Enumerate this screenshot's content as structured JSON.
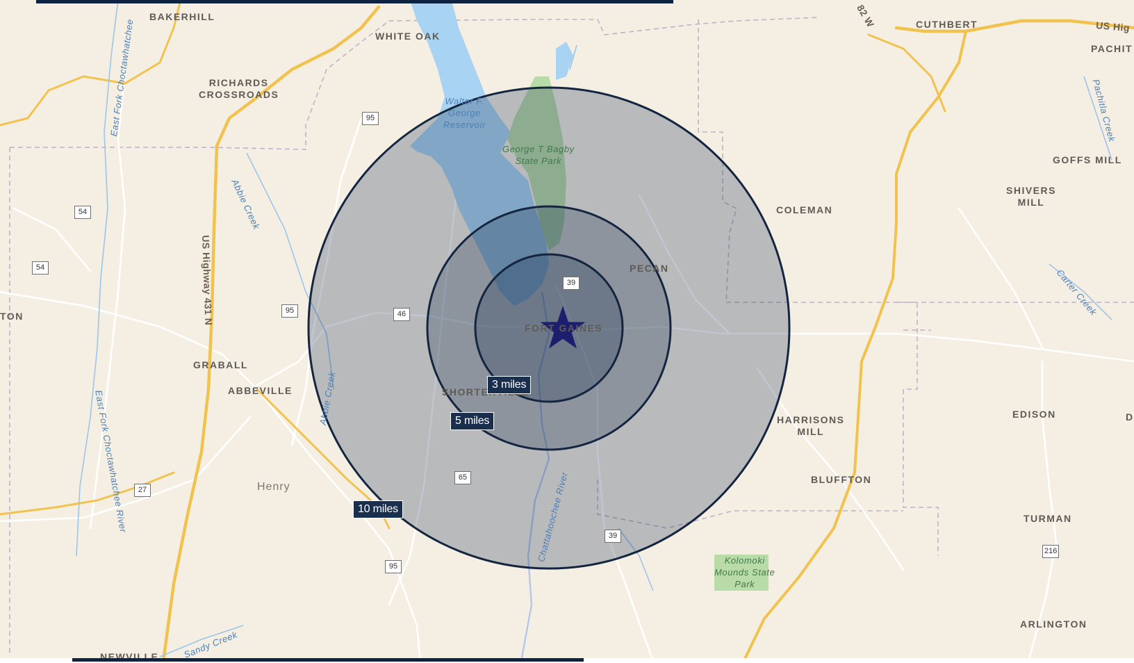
{
  "map": {
    "place_labels": [
      {
        "id": "bakerhill",
        "text": "BAKERHILL"
      },
      {
        "id": "white-oak",
        "text": "WHITE OAK"
      },
      {
        "id": "richards-crossroads",
        "text": "RICHARDS\nCROSSROADS"
      },
      {
        "id": "cuthbert",
        "text": "CUTHBERT"
      },
      {
        "id": "pachit",
        "text": "PACHIT"
      },
      {
        "id": "goffs-mill",
        "text": "GOFFS MILL"
      },
      {
        "id": "shivers-mill",
        "text": "SHIVERS\nMILL"
      },
      {
        "id": "coleman",
        "text": "COLEMAN"
      },
      {
        "id": "pecan",
        "text": "PECAN"
      },
      {
        "id": "fort-gaines",
        "text": "FORT GAINES"
      },
      {
        "id": "shorterville",
        "text": "SHORTERVILLE"
      },
      {
        "id": "graball",
        "text": "GRABALL"
      },
      {
        "id": "abbeville",
        "text": "ABBEVILLE"
      },
      {
        "id": "harrisons-mill",
        "text": "HARRISONS\nMILL"
      },
      {
        "id": "edison",
        "text": "EDISON"
      },
      {
        "id": "bluffton",
        "text": "BLUFFTON"
      },
      {
        "id": "turman",
        "text": "TURMAN"
      },
      {
        "id": "arlington",
        "text": "ARLINGTON"
      },
      {
        "id": "newville",
        "text": "NEWVILLE"
      },
      {
        "id": "ton",
        "text": "TON"
      },
      {
        "id": "d-edge",
        "text": "D"
      }
    ],
    "county_label": "Henry",
    "water_labels": [
      {
        "id": "walter-f-george-reservoir",
        "text": "Walter F.\nGeorge\nReservoir"
      },
      {
        "id": "abbie-creek-north",
        "text": "Abbie Creek"
      },
      {
        "id": "abbie-creek-south",
        "text": "Abbie Creek"
      },
      {
        "id": "east-fork-choctawhatchee-north",
        "text": "East Fork Choctawhatchee"
      },
      {
        "id": "east-fork-choctawhatchee-south",
        "text": "East Fork Choctawhatchee River"
      },
      {
        "id": "chattahoochee-river",
        "text": "Chattahoochee River"
      },
      {
        "id": "sandy-creek",
        "text": "Sandy Creek"
      },
      {
        "id": "pachitla-creek",
        "text": "Pachitla Creek"
      },
      {
        "id": "carter-creek",
        "text": "Carter Creek"
      }
    ],
    "park_labels": [
      {
        "id": "george-t-bagby-state-park",
        "text": "George T Bagby\nState Park"
      },
      {
        "id": "kolomoki-mounds-state-park",
        "text": "Kolomoki\nMounds State\nPark"
      }
    ],
    "road_labels": [
      {
        "id": "us-highway-431-n",
        "text": "US Highway 431 N"
      },
      {
        "id": "us-hig",
        "text": "US Hig"
      },
      {
        "id": "82-w",
        "text": "82 W"
      }
    ],
    "route_shields": [
      {
        "id": "route-95-a",
        "text": "95"
      },
      {
        "id": "route-95-b",
        "text": "95"
      },
      {
        "id": "route-95-c",
        "text": "95"
      },
      {
        "id": "route-54-a",
        "text": "54"
      },
      {
        "id": "route-54-b",
        "text": "54"
      },
      {
        "id": "route-46",
        "text": "46"
      },
      {
        "id": "route-39-a",
        "text": "39"
      },
      {
        "id": "route-39-b",
        "text": "39"
      },
      {
        "id": "route-65",
        "text": "65"
      },
      {
        "id": "route-27",
        "text": "27"
      },
      {
        "id": "route-216",
        "text": "216"
      }
    ],
    "radius_rings": [
      {
        "id": "ring-10",
        "label": "10 miles",
        "radius_miles": 10
      },
      {
        "id": "ring-5",
        "label": "5 miles",
        "radius_miles": 5
      },
      {
        "id": "ring-3",
        "label": "3 miles",
        "radius_miles": 3
      }
    ],
    "center_marker": {
      "icon": "star-icon",
      "color": "#1b1f6e"
    },
    "colors": {
      "background": "#f5efe3",
      "water": "#a9d3f2",
      "park": "#b9dba8",
      "highway": "#f2c24e",
      "minor_road": "#ffffff",
      "ring_fill": "#1c3252",
      "ring_stroke": "#142540",
      "label_tag": "#1a2e4d"
    }
  }
}
